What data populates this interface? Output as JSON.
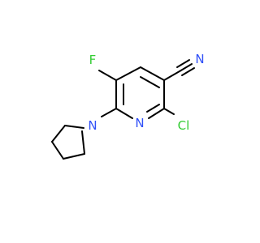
{
  "atoms": {
    "F": {
      "text": "F",
      "color": "#33cc33"
    },
    "Cl": {
      "text": "Cl",
      "color": "#33cc33"
    },
    "N_ring": {
      "text": "N",
      "color": "#3050f8"
    },
    "N_pyrrolidine": {
      "text": "N",
      "color": "#3050f8"
    },
    "N_nitrile": {
      "text": "N",
      "color": "#3050f8"
    }
  },
  "colors": {
    "bond": "#000000",
    "halogen": "#33cc33",
    "nitrogen": "#3050f8"
  }
}
